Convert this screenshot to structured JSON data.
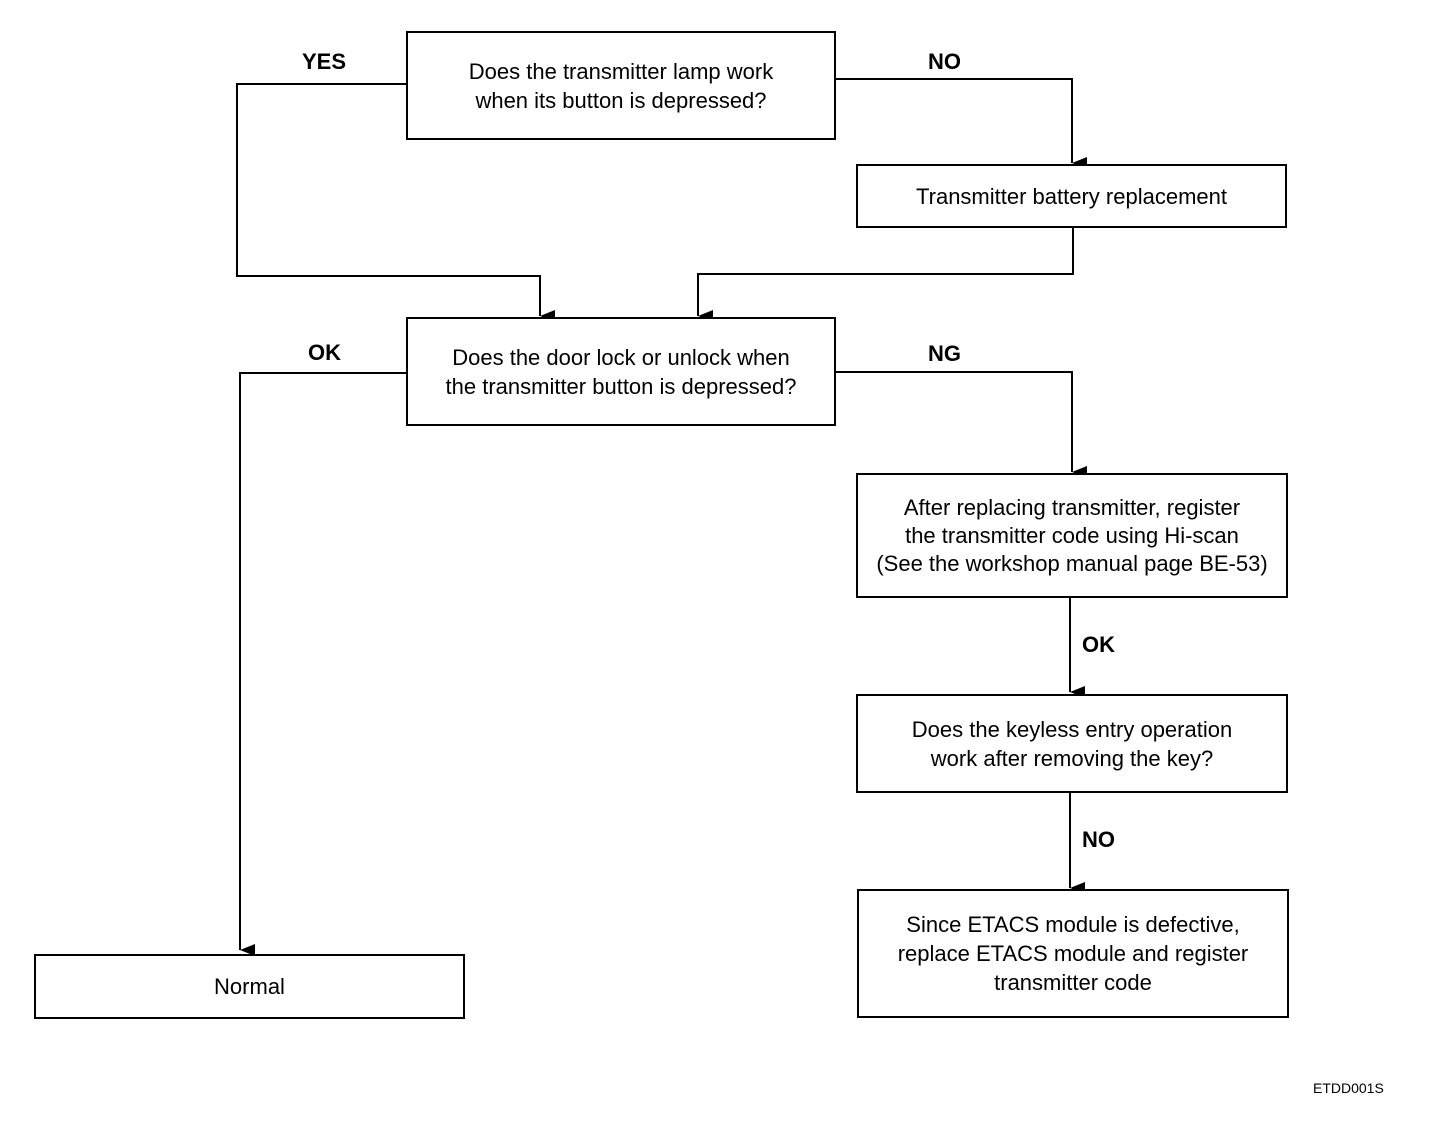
{
  "boxes": {
    "q_lamp": [
      "Does the transmitter lamp work",
      "when its button is depressed?"
    ],
    "battery": [
      "Transmitter battery replacement"
    ],
    "q_door": [
      "Does the door lock or unlock when",
      "the transmitter button is depressed?"
    ],
    "register": [
      "After replacing transmitter, register",
      "the transmitter code using Hi-scan",
      "(See the workshop manual page BE-53)"
    ],
    "q_keyless": [
      "Does the keyless entry operation",
      "work after removing the key?"
    ],
    "etacs": [
      "Since ETACS module is defective,",
      "replace ETACS module and register",
      "transmitter code"
    ],
    "normal": [
      "Normal"
    ]
  },
  "labels": {
    "yes": "YES",
    "no_1": "NO",
    "ok_1": "OK",
    "ng": "NG",
    "ok_2": "OK",
    "no_2": "NO"
  },
  "figure_code": "ETDD001S"
}
